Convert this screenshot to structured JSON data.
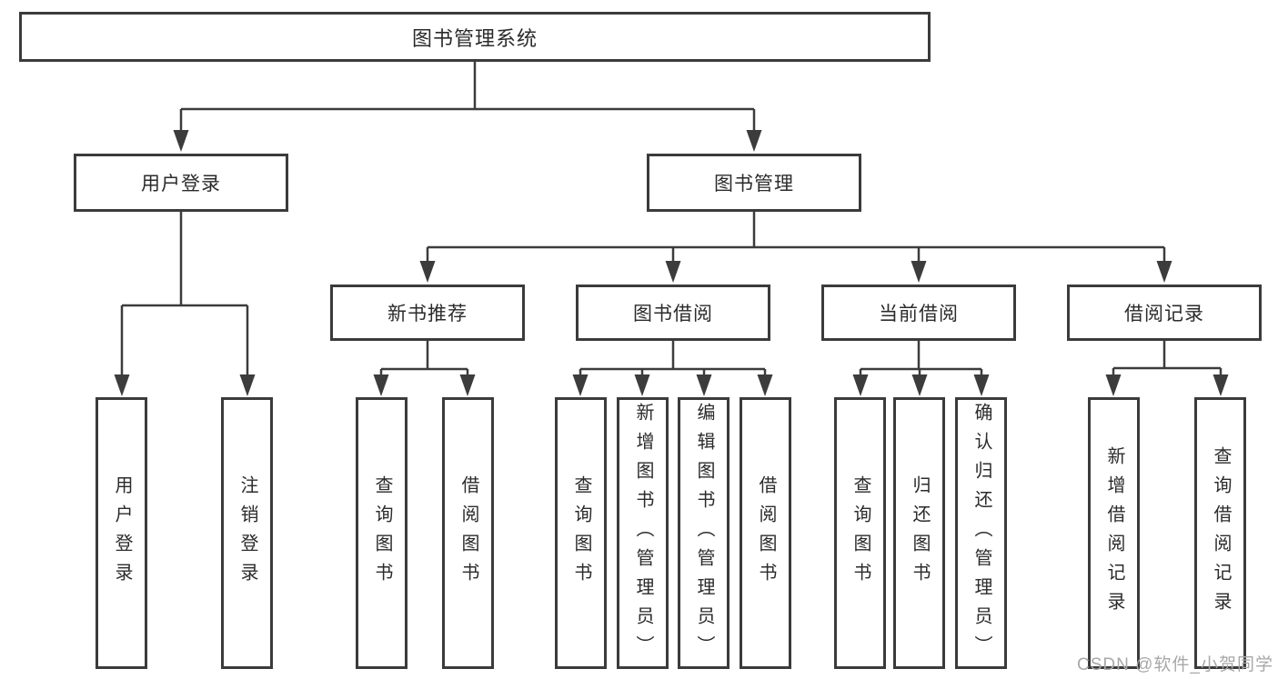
{
  "tree": {
    "root": {
      "label": "图书管理系统",
      "children": [
        {
          "label": "用户登录",
          "children": [
            {
              "label": "用户登录"
            },
            {
              "label": "注销登录"
            }
          ]
        },
        {
          "label": "图书管理",
          "children": [
            {
              "label": "新书推荐",
              "children": [
                {
                  "label": "查询图书"
                },
                {
                  "label": "借阅图书"
                }
              ]
            },
            {
              "label": "图书借阅",
              "children": [
                {
                  "label": "查询图书"
                },
                {
                  "label": "新增图书（管理员）"
                },
                {
                  "label": "编辑图书（管理员）"
                },
                {
                  "label": "借阅图书"
                }
              ]
            },
            {
              "label": "当前借阅",
              "children": [
                {
                  "label": "查询图书"
                },
                {
                  "label": "归还图书"
                },
                {
                  "label": "确认归还（管理员）"
                }
              ]
            },
            {
              "label": "借阅记录",
              "children": [
                {
                  "label": "新增借阅记录"
                },
                {
                  "label": "查询借阅记录"
                }
              ]
            }
          ]
        }
      ]
    }
  },
  "watermark": {
    "text": "CSDN @软件_小贺同学"
  },
  "colors": {
    "line": "#3c3c3c",
    "box_border": "#3b3b3b",
    "box_fill": "#ffffff",
    "text": "#2b2b2b",
    "watermark": "#a8a8a8",
    "background": "#ffffff"
  }
}
